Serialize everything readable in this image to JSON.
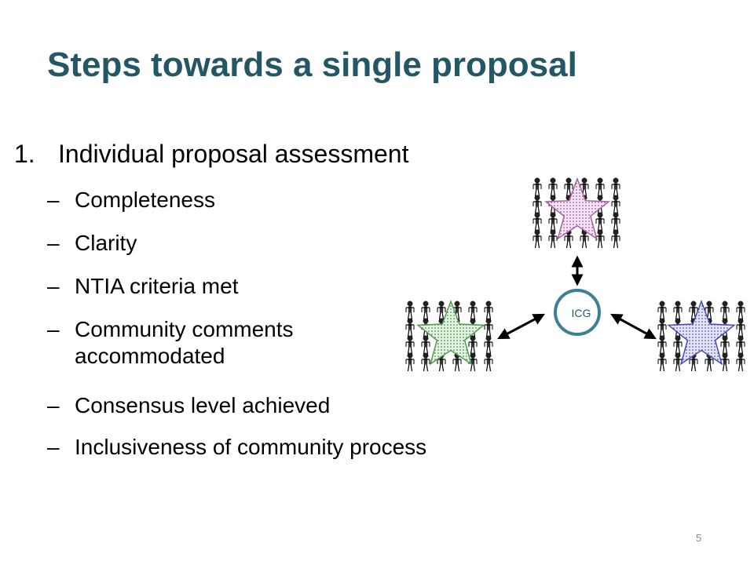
{
  "slide": {
    "title": "Steps towards a single proposal",
    "item_number": "1.",
    "item_text": "Individual proposal assessment",
    "subitems": [
      {
        "dash": "–",
        "lines": [
          "Completeness"
        ]
      },
      {
        "dash": "–",
        "lines": [
          "Clarity"
        ]
      },
      {
        "dash": "–",
        "lines": [
          "NTIA criteria met"
        ]
      },
      {
        "dash": "–",
        "lines": [
          "Community comments",
          "accommodated"
        ]
      },
      {
        "dash": "–",
        "lines": [
          "Consensus level achieved"
        ]
      },
      {
        "dash": "–",
        "lines": [
          "Inclusiveness of community process"
        ]
      }
    ],
    "diagram": {
      "center_label": "ICG",
      "center_color": "#3e7f95",
      "groups": [
        {
          "name": "top",
          "star_color": "#a560a5"
        },
        {
          "name": "left",
          "star_color": "#4f9a4f"
        },
        {
          "name": "right",
          "star_color": "#4747b5"
        }
      ]
    },
    "page_number": "5"
  }
}
